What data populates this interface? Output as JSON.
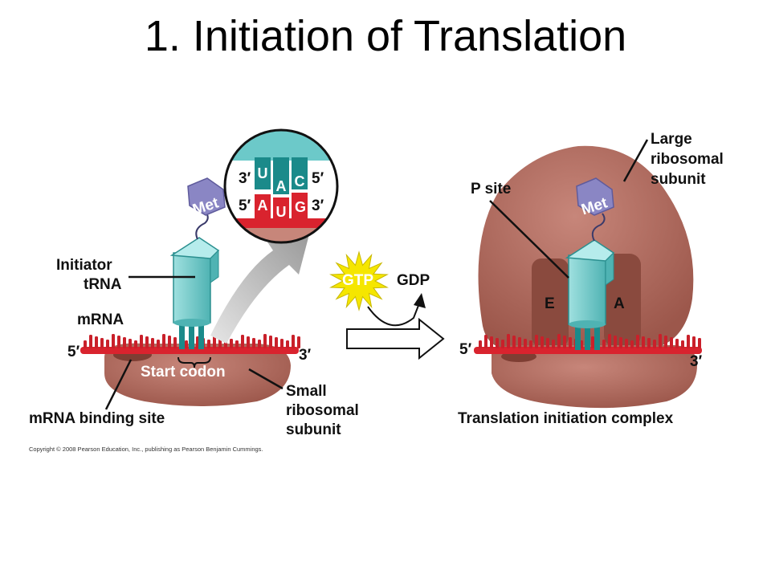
{
  "title": "1. Initiation of Translation",
  "left": {
    "met": "Met",
    "initiator_trna": [
      "Initiator",
      "tRNA"
    ],
    "mrna": "mRNA",
    "five_prime": "5′",
    "three_prime": "3′",
    "start_codon": "Start codon",
    "small_subunit": [
      "Small",
      "ribosomal",
      "subunit"
    ],
    "mrna_binding_site": "mRNA binding site"
  },
  "inset": {
    "anticodon_left": "3′",
    "anticodon_right": "5′",
    "codon_left": "5′",
    "codon_right": "3′",
    "anticodon_bases": [
      "U",
      "A",
      "C"
    ],
    "codon_bases": [
      "A",
      "U",
      "G"
    ]
  },
  "middle": {
    "gtp": "GTP",
    "gdp": "GDP"
  },
  "right": {
    "met": "Met",
    "large_subunit": [
      "Large",
      "ribosomal",
      "subunit"
    ],
    "p_site": "P site",
    "e_site": "E",
    "a_site": "A",
    "five_prime": "5′",
    "three_prime": "3′",
    "complex": "Translation initiation complex"
  },
  "copyright": "Copyright © 2008 Pearson Education, Inc., publishing as Pearson Benjamin Cummings.",
  "colors": {
    "ribosome": "#b2675a",
    "ribosome_dark": "#8a4a3e",
    "mrna": "#d9232e",
    "trna": "#6cc9c9",
    "trna_dark": "#1b8a8a",
    "met": "#8a86c4",
    "gtp_burst": "#f5e600",
    "arrow_gray": "#b8b8b8"
  }
}
